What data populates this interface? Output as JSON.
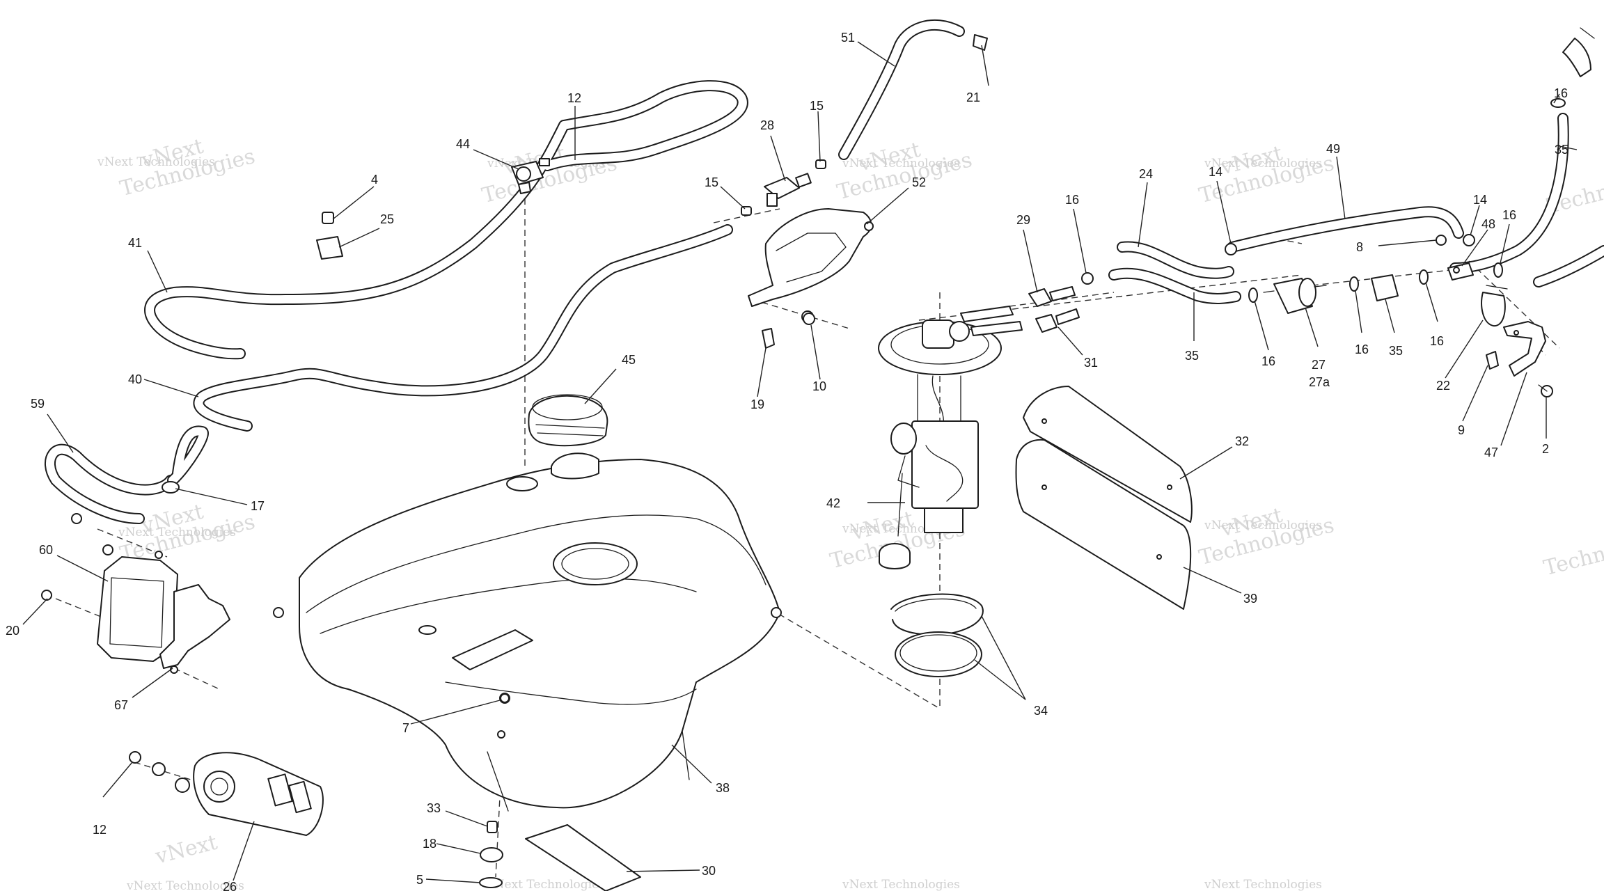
{
  "watermark": {
    "brand_top": "vNext",
    "brand_bottom": "Technologies",
    "brand_inline": "vNext Technologies"
  },
  "callouts": [
    {
      "id": "c51",
      "text": "51"
    },
    {
      "id": "c21",
      "text": "21"
    },
    {
      "id": "c12a",
      "text": "12"
    },
    {
      "id": "c44",
      "text": "44"
    },
    {
      "id": "c4",
      "text": "4"
    },
    {
      "id": "c25",
      "text": "25"
    },
    {
      "id": "c41",
      "text": "41"
    },
    {
      "id": "c40",
      "text": "40"
    },
    {
      "id": "c59",
      "text": "59"
    },
    {
      "id": "c17",
      "text": "17"
    },
    {
      "id": "c60",
      "text": "60"
    },
    {
      "id": "c20",
      "text": "20"
    },
    {
      "id": "c67",
      "text": "67"
    },
    {
      "id": "c12b",
      "text": "12"
    },
    {
      "id": "c26",
      "text": "26"
    },
    {
      "id": "c28",
      "text": "28"
    },
    {
      "id": "c15a",
      "text": "15"
    },
    {
      "id": "c15b",
      "text": "15"
    },
    {
      "id": "c52",
      "text": "52"
    },
    {
      "id": "c19",
      "text": "19"
    },
    {
      "id": "c10",
      "text": "10"
    },
    {
      "id": "c45",
      "text": "45"
    },
    {
      "id": "c7",
      "text": "7"
    },
    {
      "id": "c38",
      "text": "38"
    },
    {
      "id": "c33",
      "text": "33"
    },
    {
      "id": "c18",
      "text": "18"
    },
    {
      "id": "c5",
      "text": "5"
    },
    {
      "id": "c30",
      "text": "30"
    },
    {
      "id": "c29",
      "text": "29"
    },
    {
      "id": "c16a",
      "text": "16"
    },
    {
      "id": "c24",
      "text": "24"
    },
    {
      "id": "c31",
      "text": "31"
    },
    {
      "id": "c42",
      "text": "42"
    },
    {
      "id": "c34",
      "text": "34"
    },
    {
      "id": "c32",
      "text": "32"
    },
    {
      "id": "c39",
      "text": "39"
    },
    {
      "id": "c35a",
      "text": "35"
    },
    {
      "id": "c14a",
      "text": "14"
    },
    {
      "id": "c49",
      "text": "49"
    },
    {
      "id": "c8",
      "text": "8"
    },
    {
      "id": "c16b",
      "text": "16"
    },
    {
      "id": "c27",
      "text": "27"
    },
    {
      "id": "c27a",
      "text": "27a"
    },
    {
      "id": "c16c",
      "text": "16"
    },
    {
      "id": "c35b",
      "text": "35"
    },
    {
      "id": "c16d",
      "text": "16"
    },
    {
      "id": "c14b",
      "text": "14"
    },
    {
      "id": "c48",
      "text": "48"
    },
    {
      "id": "c16e",
      "text": "16"
    },
    {
      "id": "c16f",
      "text": "16"
    },
    {
      "id": "c35c",
      "text": "35"
    },
    {
      "id": "c22",
      "text": "22"
    },
    {
      "id": "c9",
      "text": "9"
    },
    {
      "id": "c47",
      "text": "47"
    },
    {
      "id": "c2",
      "text": "2"
    }
  ]
}
